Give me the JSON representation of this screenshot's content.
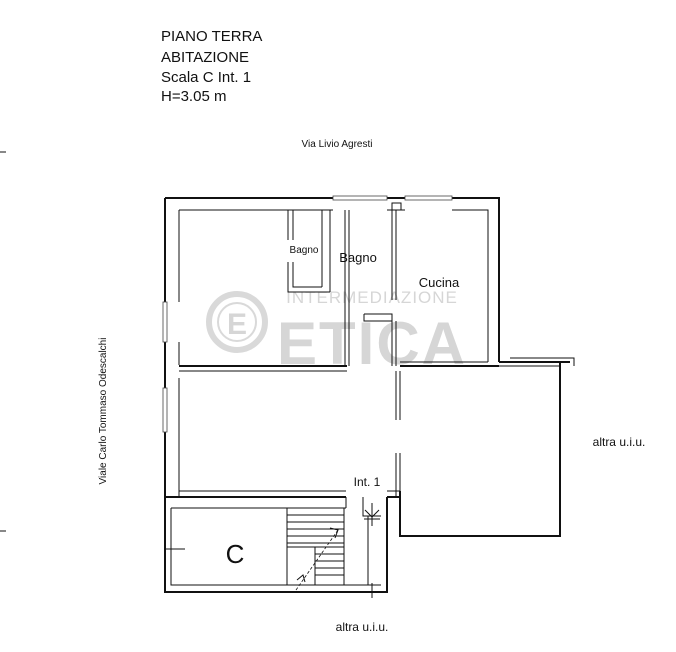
{
  "header": {
    "floor": "PIANO TERRA",
    "use": "ABITAZIONE",
    "unit": "Scala C Int. 1",
    "height": "H=3.05 m"
  },
  "streets": {
    "north": "Via Livio Agresti",
    "west": "Viale Carlo Tommaso Odescalchi"
  },
  "rooms": {
    "bathroom_small": "Bagno",
    "bathroom": "Bagno",
    "kitchen": "Cucina"
  },
  "labels": {
    "entrance": "Int. 1",
    "stair_letter": "C",
    "neighbor_east": "altra u.i.u.",
    "neighbor_south": "altra u.i.u."
  },
  "watermark": {
    "line1": "INTERMEDIAZIONE",
    "line2": "ETICA",
    "badge": "E"
  },
  "colors": {
    "line": "#111111",
    "watermark": "#d6d6d6"
  }
}
